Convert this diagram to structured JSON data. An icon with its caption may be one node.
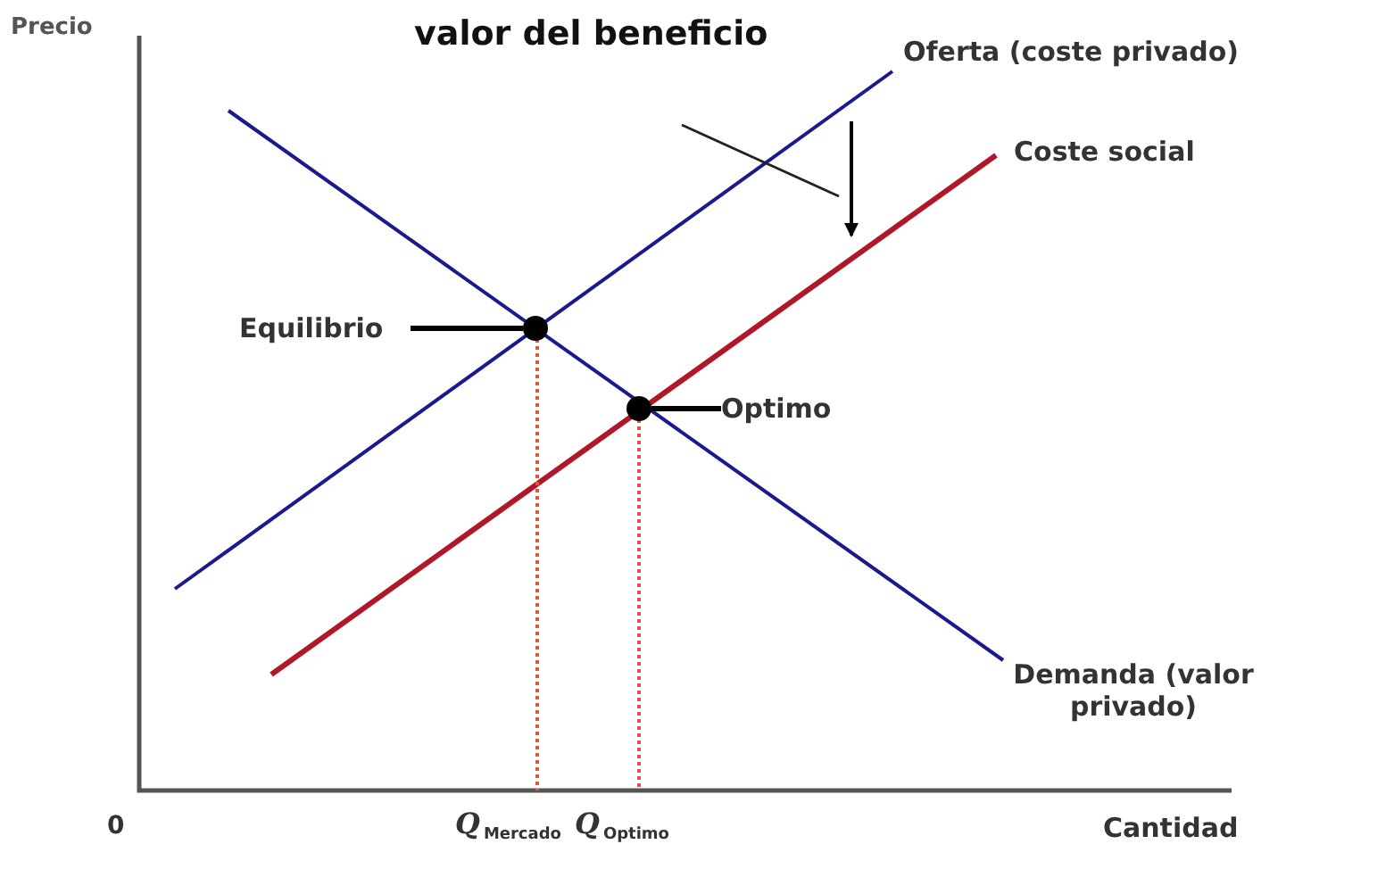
{
  "diagram": {
    "title": "valor del beneficio",
    "nodes": [
      {
        "text": [
          "Equilibrio"
        ]
      },
      {
        "text": [],
        "shape": "circle"
      },
      {
        "text": [],
        "shape": "circle"
      },
      {
        "text": [
          "Optimo"
        ]
      }
    ],
    "edges": [
      {
        "from": 0,
        "to": 1,
        "arrow": "none"
      },
      {
        "from": 3,
        "to": 2,
        "arrow": "none"
      }
    ],
    "labels": [
      "Precio",
      "Oferta (coste privado)",
      "Coste social",
      "Demanda (valor privado)",
      "0",
      "Q$_{Mercado}$",
      "Q$_{Optimo}$",
      "Cantidad"
    ]
  }
}
